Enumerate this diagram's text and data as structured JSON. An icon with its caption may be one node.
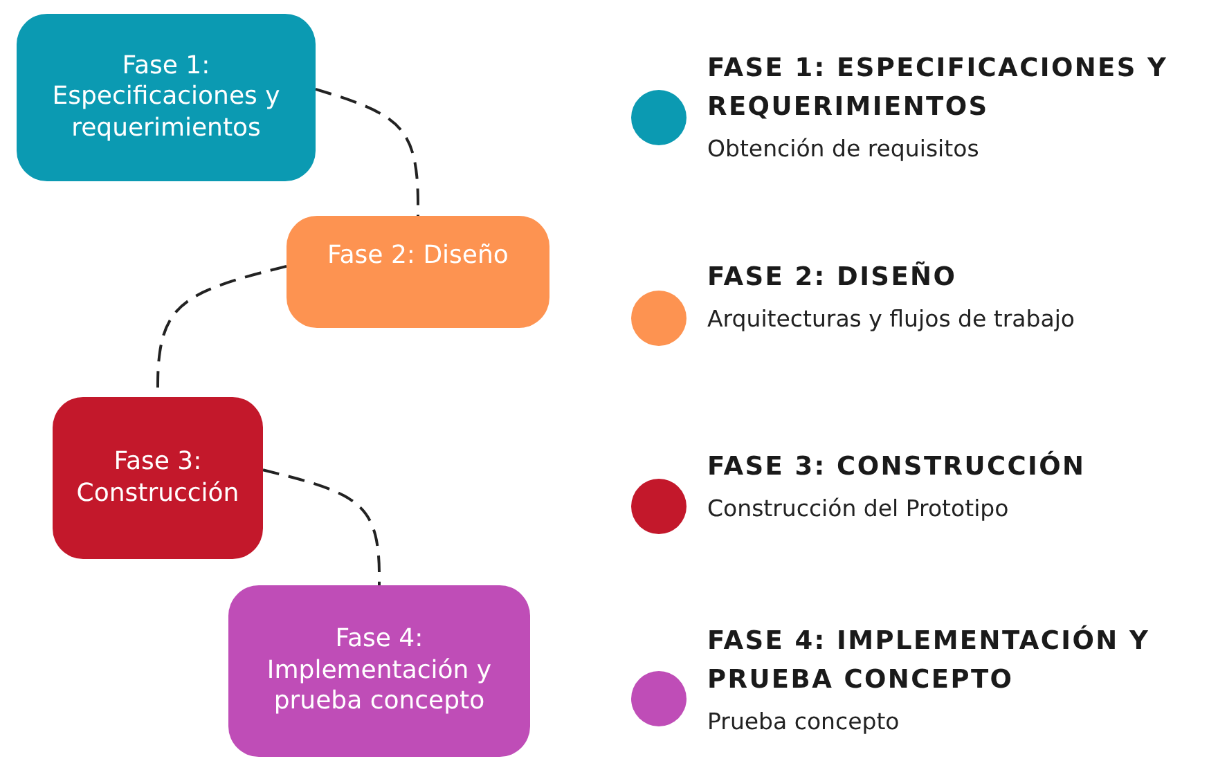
{
  "diagram": {
    "nodes": [
      {
        "text": [
          "Fase 1: Especificaciones y requerimientos"
        ]
      },
      {
        "text": [
          "Fase 2: Diseño"
        ]
      },
      {
        "text": [
          "Fase 3: Construcción"
        ]
      },
      {
        "text": [
          "Fase 4: Implementación y prueba concepto"
        ]
      },
      {
        "text": [],
        "shape": "circle",
        "beside": [
          "FASE 1: ESPECIFICACIONES Y REQUERIMIENTOS",
          "Obtención de requisitos"
        ]
      },
      {
        "text": [],
        "shape": "circle",
        "beside": [
          "FASE 2: DISEÑO",
          "Arquitecturas y flujos de trabajo"
        ]
      },
      {
        "text": [],
        "shape": "circle",
        "beside": [
          "FASE 3: CONSTRUCCIÓN",
          "Construcción del Prototipo"
        ]
      },
      {
        "text": [],
        "shape": "circle",
        "beside": [
          "FASE 4: IMPLEMENTACIÓN Y PRUEBA CONCEPTO",
          "Prueba concepto"
        ]
      }
    ],
    "edges": [
      {
        "from": 0,
        "to": 1,
        "arrow": "none",
        "style": "dashed"
      },
      {
        "from": 1,
        "to": 2,
        "arrow": "none",
        "style": "dashed"
      },
      {
        "from": 2,
        "to": 3,
        "arrow": "none",
        "style": "dashed"
      }
    ]
  }
}
